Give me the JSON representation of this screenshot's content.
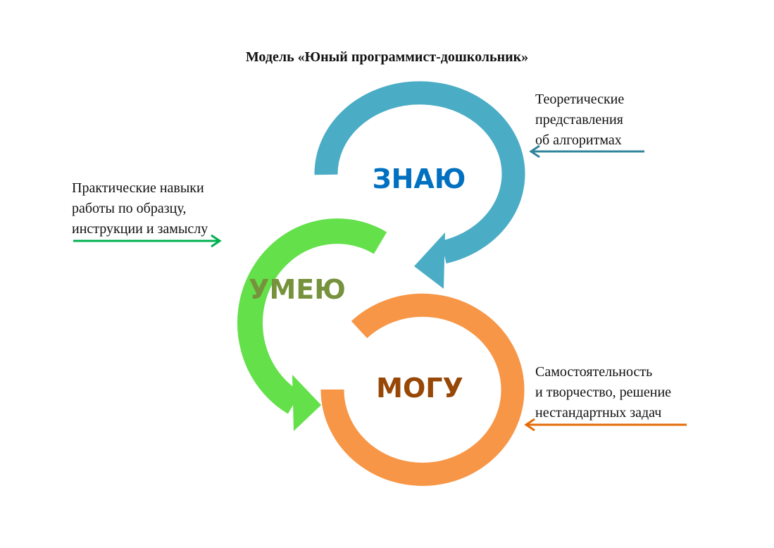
{
  "title": "Модель «Юный программист-дошкольник»",
  "stages": [
    {
      "key": "ЗНАЮ",
      "color": "#0070c0",
      "arc_color": "#4bacc6",
      "description": [
        "Теоретические",
        "представления",
        "об алгоритмах"
      ],
      "pointer_color": "#31849b"
    },
    {
      "key": "УМЕЮ",
      "color": "#76923c",
      "arc_color": "#63e04a",
      "description": [
        "Практические навыки",
        "работы по образцу,",
        "инструкции и замыслу"
      ],
      "pointer_color": "#00b050"
    },
    {
      "key": "МОГУ",
      "color": "#974706",
      "arc_color": "#f79646",
      "description": [
        "Самостоятельность",
        "и творчество, решение",
        "нестандартных задач"
      ],
      "pointer_color": "#e36c09"
    }
  ]
}
